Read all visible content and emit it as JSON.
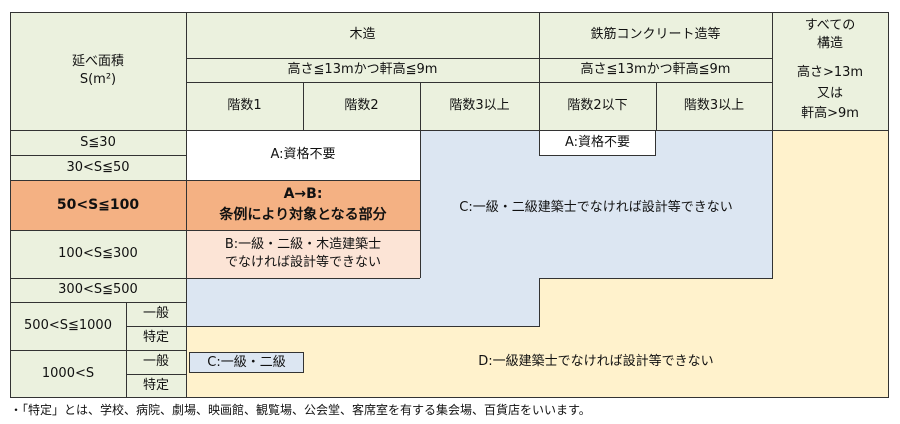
{
  "header": {
    "area_label_line1": "延べ面積",
    "area_label_line2": "S(m²)",
    "wood": "木造",
    "rc": "鉄筋コンクリート造等",
    "all_structures_line1": "すべての",
    "all_structures_line2": "構造",
    "wood_height_condition": "高さ≦13mかつ軒高≦9m",
    "rc_height_condition": "高さ≦13mかつ軒高≦9m",
    "all_height_line1": "高さ>13m",
    "all_height_line2": "又は",
    "all_height_line3": "軒高>9m",
    "floors_1": "階数1",
    "floors_2": "階数2",
    "floors_3plus": "階数3以上",
    "rc_floors_2minus": "階数2以下",
    "rc_floors_3plus": "階数3以上"
  },
  "rows": {
    "r1": "S≦30",
    "r2": "30<S≦50",
    "r3": "50<S≦100",
    "r4": "100<S≦300",
    "r5": "300<S≦500",
    "r6": "500<S≦1000",
    "r7": "1000<S",
    "general": "一般",
    "special": "特定",
    "general2": "一般",
    "special2": "特定"
  },
  "zones": {
    "a_wood": "A:資格不要",
    "a_rc": "A:資格不要",
    "ab_line1": "A→B:",
    "ab_line2": "条例により対象となる部分",
    "b_line1": "B:一級・二級・木造建築士",
    "b_line2": "でなければ設計等できない",
    "c": "C:一級・二級建築士でなければ設計等できない",
    "c_small": "C:一級・二級",
    "d": "D:一級建築士でなければ設計等できない"
  },
  "footnote": "・「特定」とは、学校、病院、劇場、映画館、観覧場、公会堂、客席室を有する集会場、百貨店をいいます。",
  "colors": {
    "header_bg": "#ebf1de",
    "zone_a": "#ffffff",
    "zone_ab": "#f4b183",
    "zone_b": "#fce4d6",
    "zone_c": "#dce6f2",
    "zone_d": "#fff2cc"
  }
}
